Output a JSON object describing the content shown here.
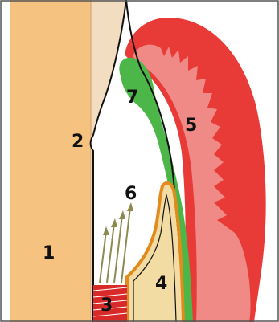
{
  "colors": {
    "tooth_root": "#f6c27f",
    "enamel": "#f3ddc0",
    "gingiva_outer": "#e83a36",
    "gingiva_inner": "#ef8a86",
    "epithelium": "#4cb648",
    "bone": "#f2dca3",
    "bone_outline": "#e28b1d",
    "fibers": "#8c8a50",
    "ligament": "#d92a2a",
    "outline": "#111111",
    "frame": "#555555"
  },
  "labels": [
    {
      "id": "1",
      "text": "1"
    },
    {
      "id": "2",
      "text": "2"
    },
    {
      "id": "3",
      "text": "3"
    },
    {
      "id": "4",
      "text": "4"
    },
    {
      "id": "5",
      "text": "5"
    },
    {
      "id": "6",
      "text": "6"
    },
    {
      "id": "7",
      "text": "7"
    }
  ]
}
